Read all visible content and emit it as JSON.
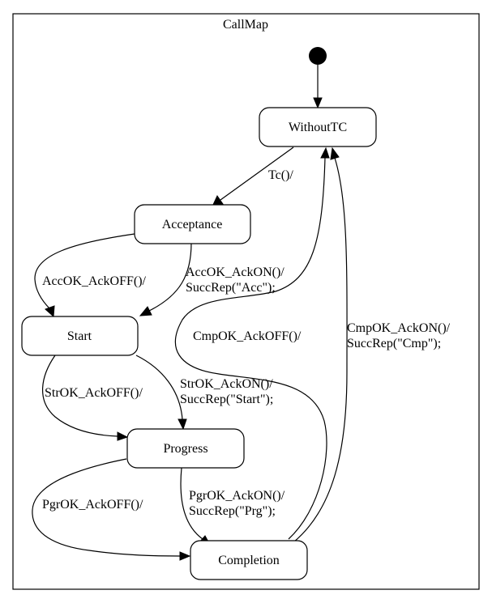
{
  "diagram": {
    "cluster_label": "CallMap",
    "states": {
      "without_tc": "WithoutTC",
      "acceptance": "Acceptance",
      "start": "Start",
      "progress": "Progress",
      "completion": "Completion"
    },
    "transitions": {
      "tc": "Tc()/",
      "acc_ok_ack_off": "AccOK_AckOFF()/",
      "acc_ok_ack_on_1": "AccOK_AckON()/",
      "acc_ok_ack_on_2": "SuccRep(\"Acc\");",
      "str_ok_ack_off": "StrOK_AckOFF()/",
      "str_ok_ack_on_1": "StrOK_AckON()/",
      "str_ok_ack_on_2": "SuccRep(\"Start\");",
      "pgr_ok_ack_off": "PgrOK_AckOFF()/",
      "pgr_ok_ack_on_1": "PgrOK_AckON()/",
      "pgr_ok_ack_on_2": "SuccRep(\"Prg\");",
      "cmp_ok_ack_off": "CmpOK_AckOFF()/",
      "cmp_ok_ack_on_1": "CmpOK_AckON()/",
      "cmp_ok_ack_on_2": "SuccRep(\"Cmp\");"
    }
  }
}
